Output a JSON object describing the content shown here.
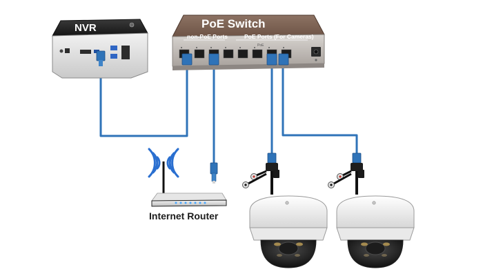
{
  "labels": {
    "nvr": "NVR",
    "switch_title": "PoE Switch",
    "non_poe_ports": "non-PoE Ports",
    "poe_ports": "PoE Ports (For Cameras)",
    "switch_port_group": "PoE",
    "router": "Internet Router"
  },
  "colors": {
    "cable": "#2f73b8",
    "switch_body": "#7a5e50",
    "switch_text": "#ffffff",
    "label_text": "#1c1c1c"
  },
  "icons": {
    "wifi": "wifi-signal-icon"
  }
}
